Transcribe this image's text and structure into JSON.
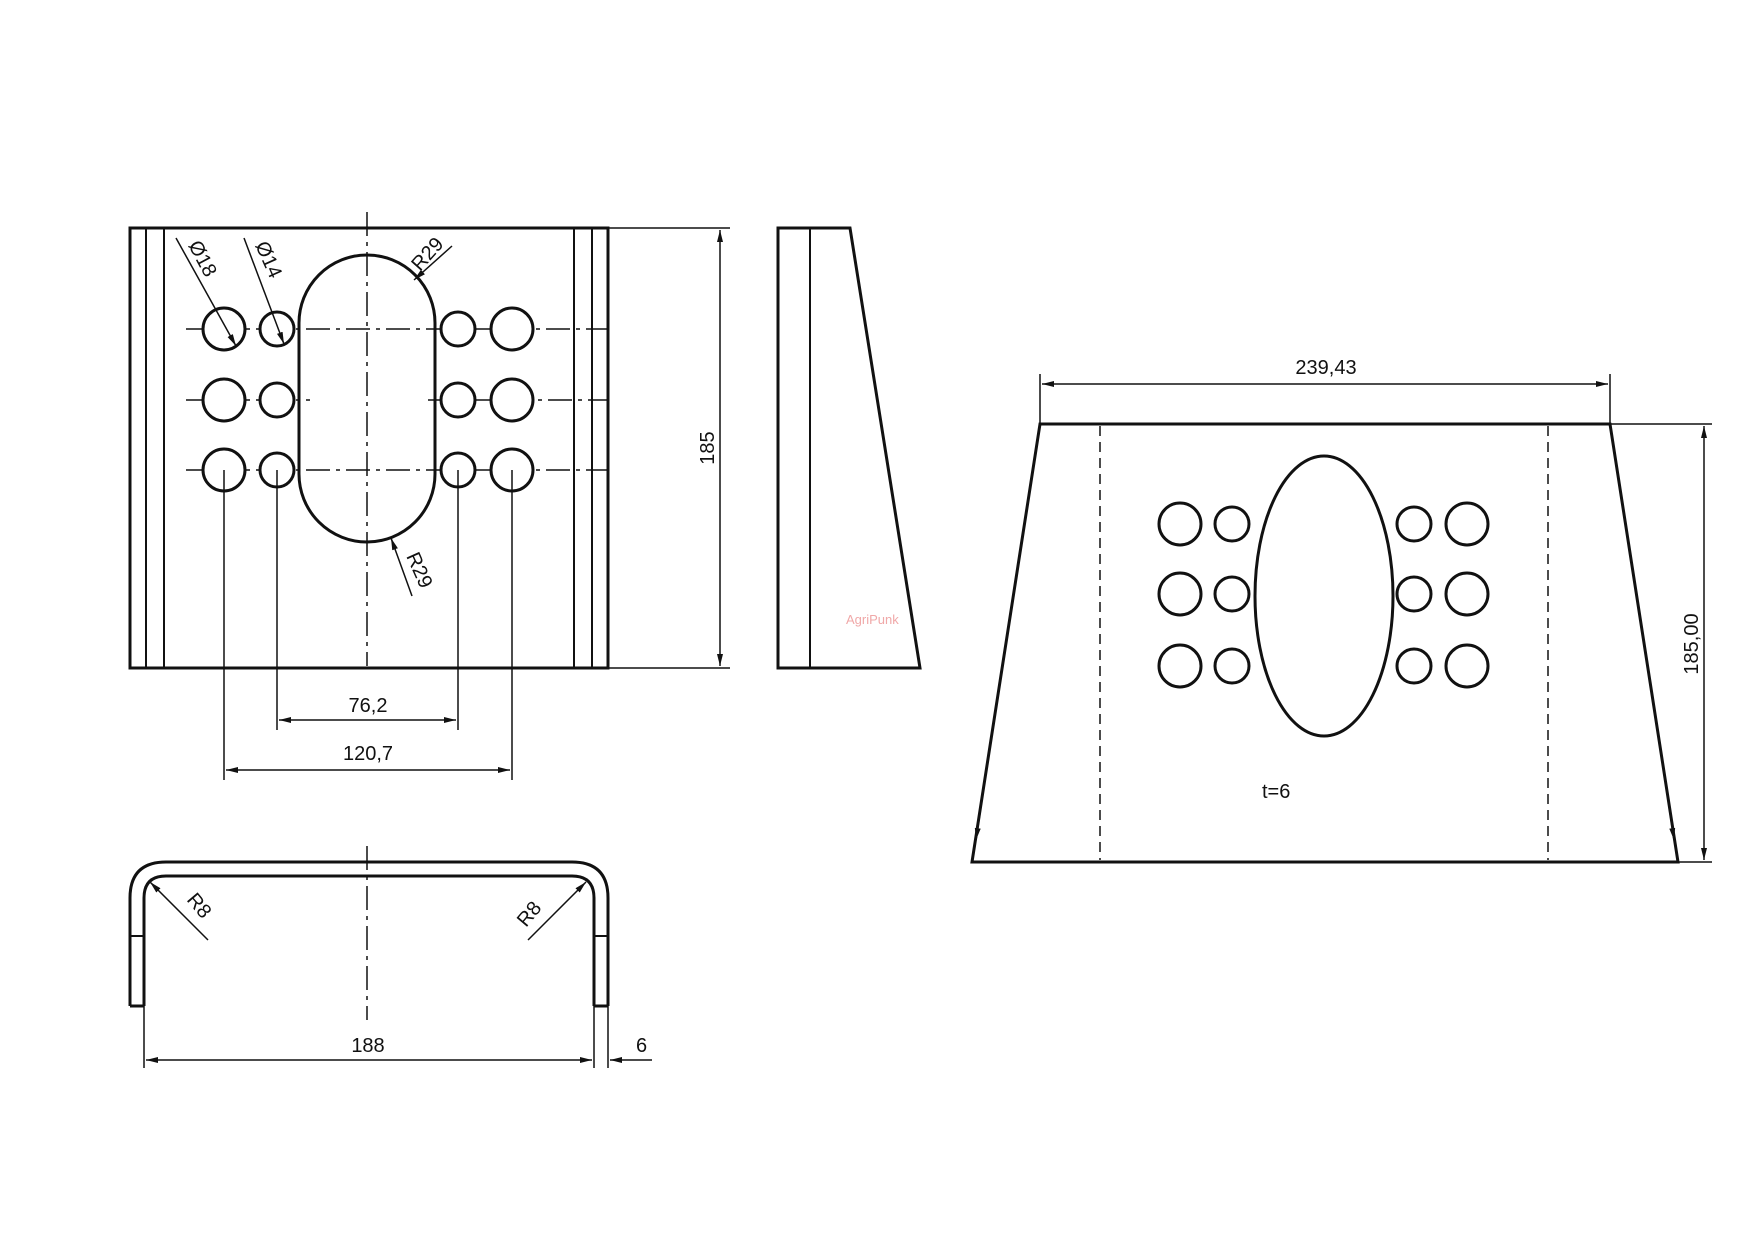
{
  "front_view": {
    "dim_hole_large": "Ø18",
    "dim_hole_small": "Ø14",
    "dim_slot_radius_top": "R29",
    "dim_slot_radius_bottom": "R29",
    "dim_height": "185",
    "dim_inner_spacing": "76,2",
    "dim_outer_spacing": "120,7"
  },
  "bottom_view": {
    "dim_radius_left": "R8",
    "dim_radius_right": "R8",
    "dim_width": "188",
    "dim_thickness": "6"
  },
  "flat_pattern": {
    "dim_top_width": "239,43",
    "dim_height": "185,00",
    "thickness_note": "t=6"
  },
  "watermark": "AgriPunk"
}
